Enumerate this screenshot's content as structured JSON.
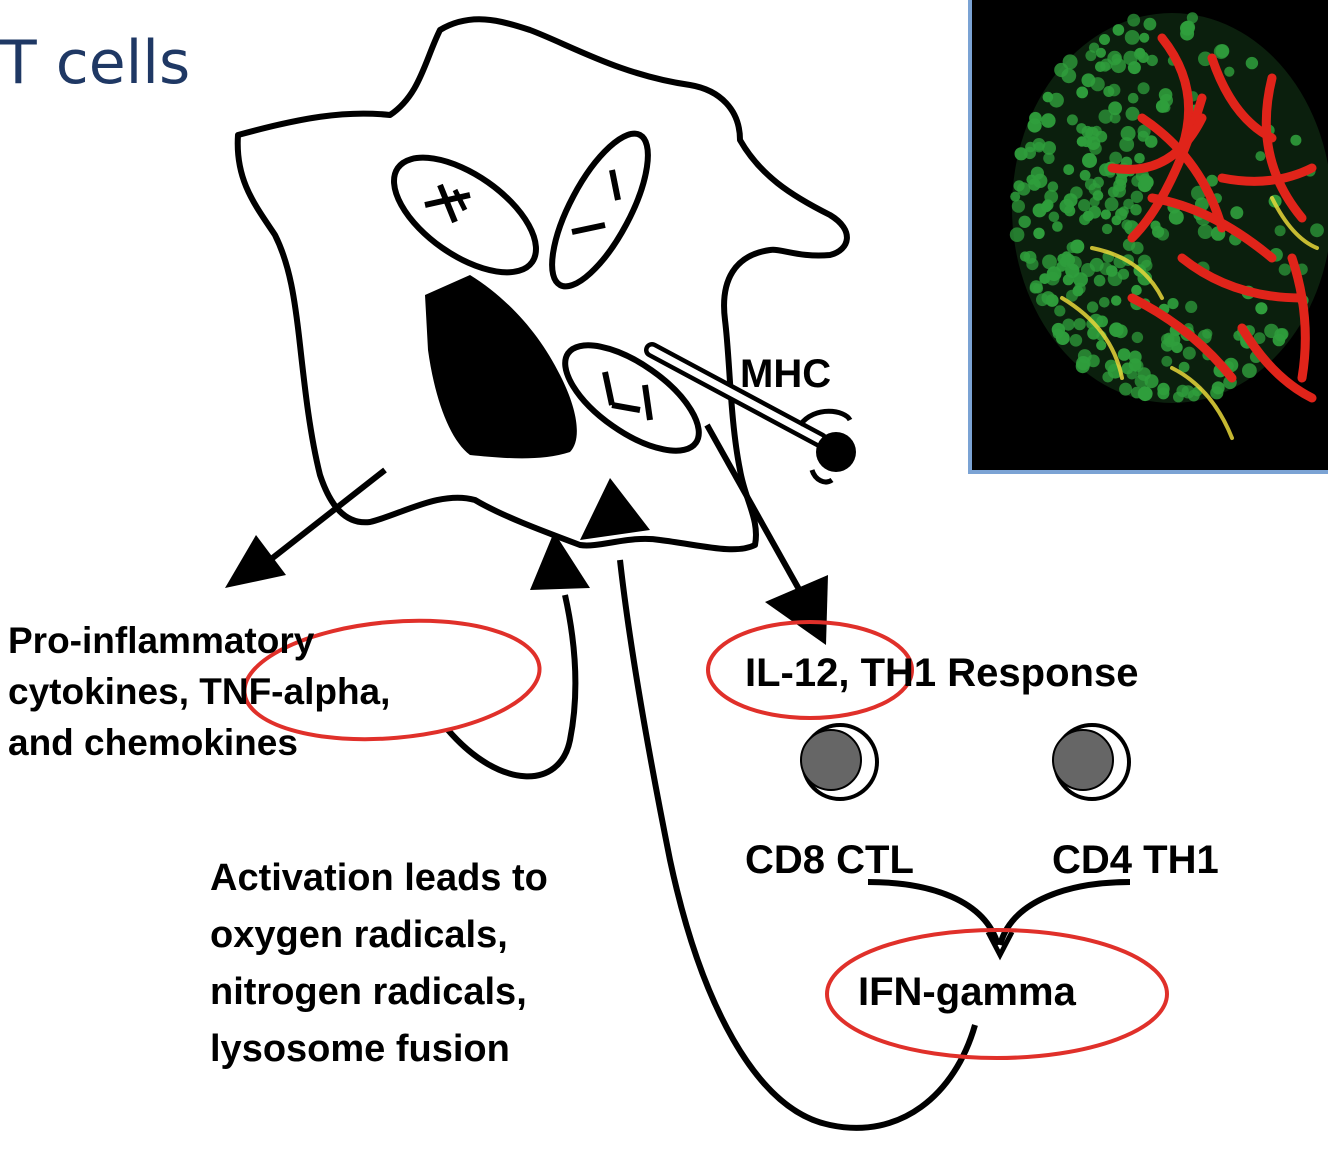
{
  "title": "T cells",
  "labels": {
    "mhc": "MHC",
    "cytokines": [
      "Pro-inflammatory",
      "cytokines, TNF-alpha,",
      "and chemokines"
    ],
    "il12": "IL-12, TH1 Response",
    "cd8": "CD8 CTL",
    "cd4": "CD4 TH1",
    "ifn": "IFN-gamma",
    "activation": [
      "Activation leads to",
      "oxygen radicals,",
      "nitrogen radicals,",
      "lysosome fusion"
    ]
  },
  "colors": {
    "title": "#1f3864",
    "highlight_ellipse": "#e0302a",
    "inset_border": "#7ba3d4",
    "bacteria_red": "#e0241a",
    "cell_green": "#2f9e3c"
  }
}
